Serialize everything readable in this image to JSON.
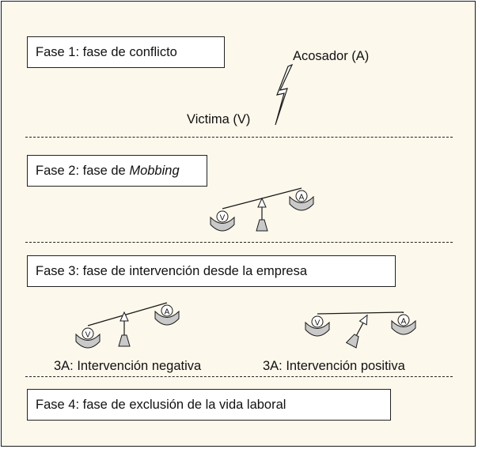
{
  "phases": {
    "p1": {
      "label": "Fase 1: fase de conflicto"
    },
    "p2": {
      "prefix": "Fase 2: fase de ",
      "emphasis": "Mobbing"
    },
    "p3": {
      "label": "Fase 3: fase de intervención desde la empresa"
    },
    "p4": {
      "label": "Fase 4: fase de exclusión de la vida laboral"
    }
  },
  "actors": {
    "aggressor": "Acosador (A)",
    "victim": "Victima (V)",
    "victim_letter": "V",
    "aggressor_letter": "A"
  },
  "outcomes": {
    "negative": "3A: Intervención negativa",
    "positive": "3A: Intervención positiva"
  },
  "colors": {
    "background": "#fdf8ec",
    "pan_fill": "#c9c9c9",
    "stroke": "#1a1a1a"
  }
}
